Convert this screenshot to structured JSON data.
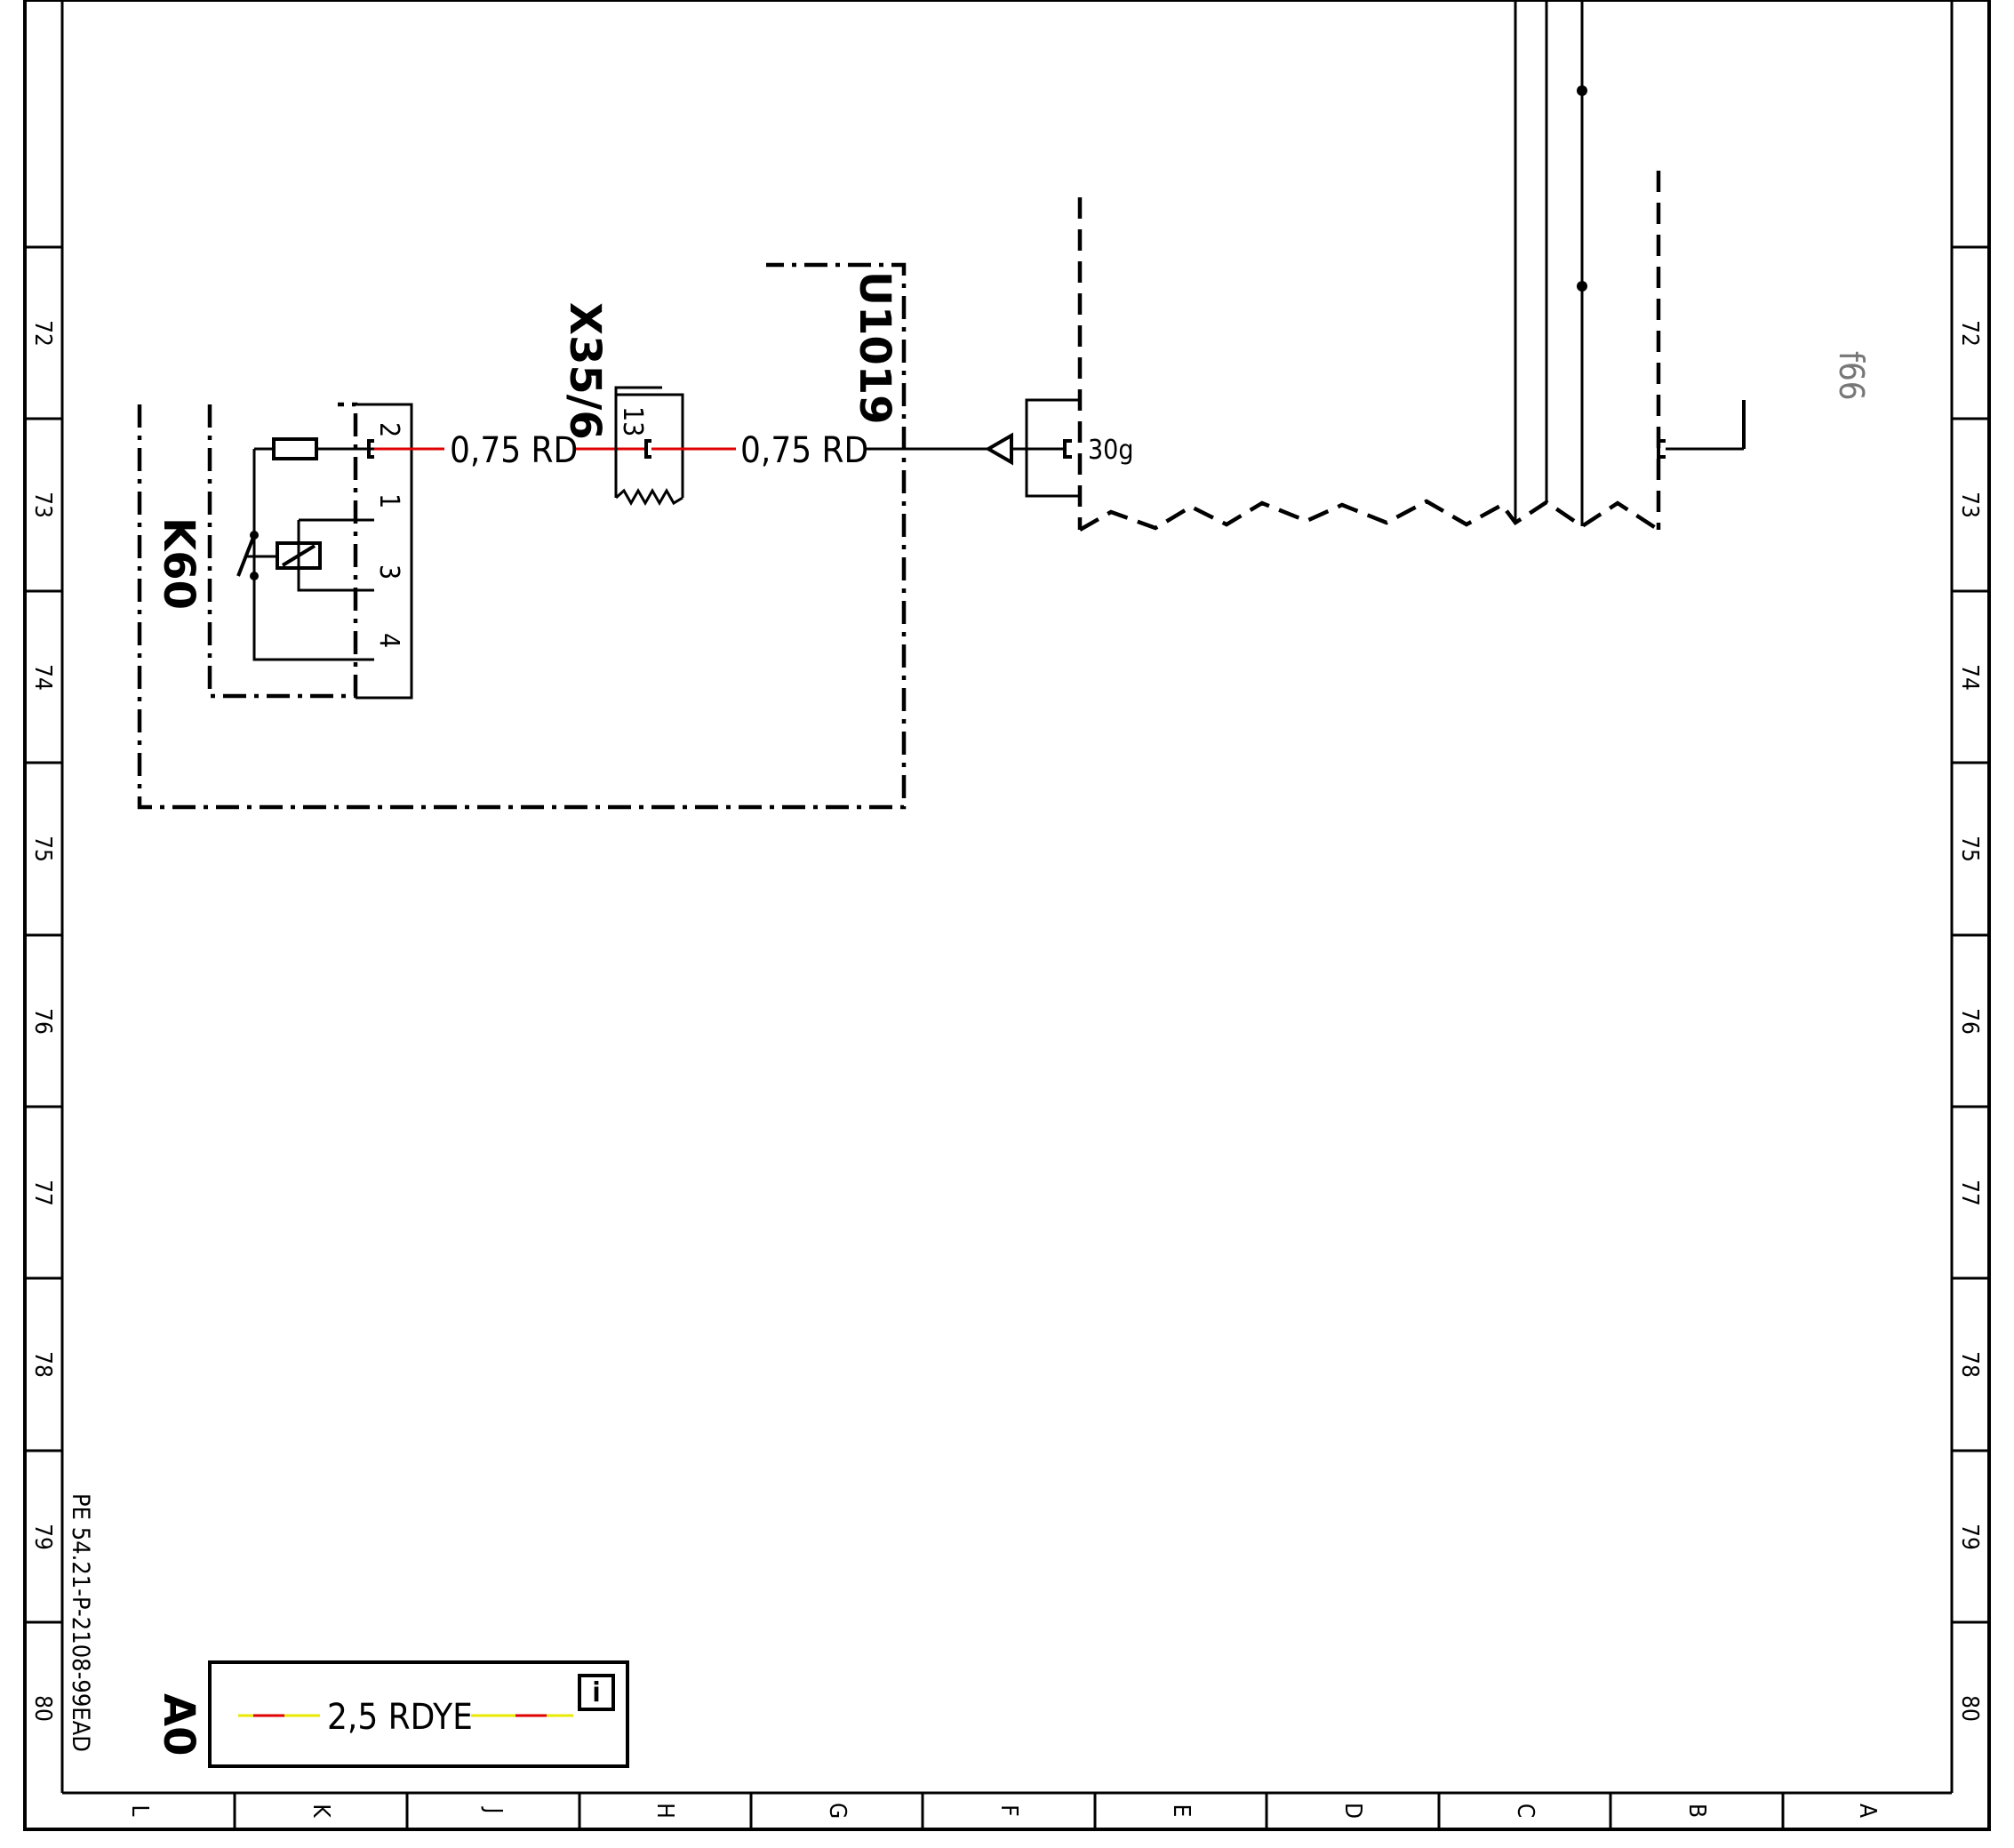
{
  "sheet": {
    "row_numbers": [
      "72",
      "73",
      "74",
      "75",
      "76",
      "77",
      "78",
      "79",
      "80"
    ],
    "column_letters": [
      "L",
      "K",
      "J",
      "H",
      "G",
      "F",
      "E",
      "D",
      "C",
      "B",
      "A"
    ],
    "document_id": "PE 54.21-P-2108-99EAD"
  },
  "components": {
    "k60_ref": "K60",
    "u1019_ref": "U1019",
    "x35_ref": "X35/6",
    "f66_ref": "f66",
    "a0_ref": "A0"
  },
  "pins": {
    "k60_pin_2": "2",
    "k60_pin_1": "1",
    "k60_pin_3": "3",
    "k60_pin_4": "4",
    "x35_pin_13": "13",
    "terminal_30g": "30g"
  },
  "wires": {
    "wire_1_label": "0,75 RD",
    "wire_2_label": "0,75 RD",
    "legend_wire_label": "2,5 RDYE"
  },
  "colors": {
    "red_wire": "#e00000",
    "yellow_wire": "#e8e800"
  },
  "legend": {
    "info_glyph": "i"
  }
}
